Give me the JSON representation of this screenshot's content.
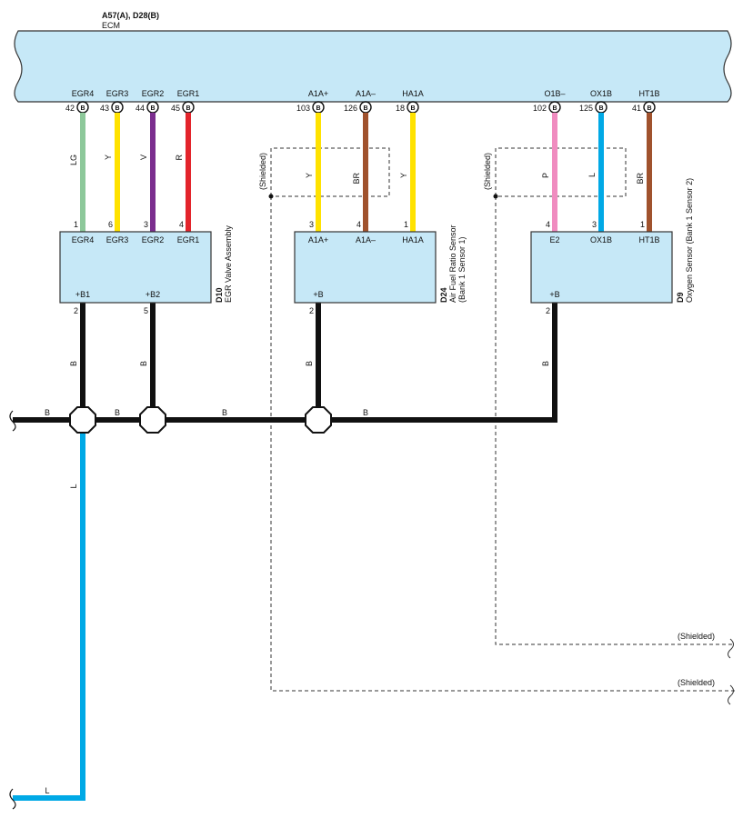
{
  "ecm": {
    "code": "A57(A), D28(B)",
    "name": "ECM",
    "fill": "#c6e8f7",
    "pins": [
      {
        "num": "42",
        "conn": "B",
        "name": "EGR4"
      },
      {
        "num": "43",
        "conn": "B",
        "name": "EGR3"
      },
      {
        "num": "44",
        "conn": "B",
        "name": "EGR2"
      },
      {
        "num": "45",
        "conn": "B",
        "name": "EGR1"
      },
      {
        "num": "103",
        "conn": "B",
        "name": "A1A+"
      },
      {
        "num": "126",
        "conn": "B",
        "name": "A1A–"
      },
      {
        "num": "18",
        "conn": "B",
        "name": "HA1A"
      },
      {
        "num": "102",
        "conn": "B",
        "name": "O1B–"
      },
      {
        "num": "125",
        "conn": "B",
        "name": "OX1B"
      },
      {
        "num": "41",
        "conn": "B",
        "name": "HT1B"
      }
    ]
  },
  "wires": [
    {
      "code": "LG",
      "color": "#8dc89a"
    },
    {
      "code": "Y",
      "color": "#ffe200"
    },
    {
      "code": "V",
      "color": "#7b2e8e"
    },
    {
      "code": "R",
      "color": "#e3242b"
    },
    {
      "code": "Y",
      "color": "#ffe200"
    },
    {
      "code": "BR",
      "color": "#a0522d"
    },
    {
      "code": "Y",
      "color": "#ffe200"
    },
    {
      "code": "P",
      "color": "#f08cc0"
    },
    {
      "code": "L",
      "color": "#00a9e6"
    },
    {
      "code": "BR",
      "color": "#a0522d"
    }
  ],
  "components": [
    {
      "code": "D10",
      "name": "EGR Valve Assembly",
      "top_pins": [
        {
          "num": "1",
          "name": "EGR4"
        },
        {
          "num": "6",
          "name": "EGR3"
        },
        {
          "num": "3",
          "name": "EGR2"
        },
        {
          "num": "4",
          "name": "EGR1"
        }
      ],
      "bottom_pins": [
        {
          "num": "2",
          "name": "+B1"
        },
        {
          "num": "5",
          "name": "+B2"
        }
      ]
    },
    {
      "code": "D24",
      "name": "Air Fuel Ratio Sensor",
      "name2": "(Bank 1 Sensor 1)",
      "top_pins": [
        {
          "num": "3",
          "name": "A1A+"
        },
        {
          "num": "4",
          "name": "A1A–"
        },
        {
          "num": "1",
          "name": "HA1A"
        }
      ],
      "bottom_pins": [
        {
          "num": "2",
          "name": "+B"
        }
      ]
    },
    {
      "code": "D9",
      "name": "Oxygen Sensor (Bank 1 Sensor 2)",
      "top_pins": [
        {
          "num": "4",
          "name": "E2"
        },
        {
          "num": "3",
          "name": "OX1B"
        },
        {
          "num": "1",
          "name": "HT1B"
        }
      ],
      "bottom_pins": [
        {
          "num": "2",
          "name": "+B"
        }
      ]
    }
  ],
  "shield": {
    "label": "(Shielded)"
  },
  "power": {
    "drops": [
      "B",
      "B",
      "B",
      "B"
    ],
    "bus_labels": [
      "B",
      "B",
      "B",
      "B"
    ],
    "bus_color": "#111111",
    "branch_code": "L",
    "branch_code2": "L",
    "branch_color": "#00a9e6"
  }
}
